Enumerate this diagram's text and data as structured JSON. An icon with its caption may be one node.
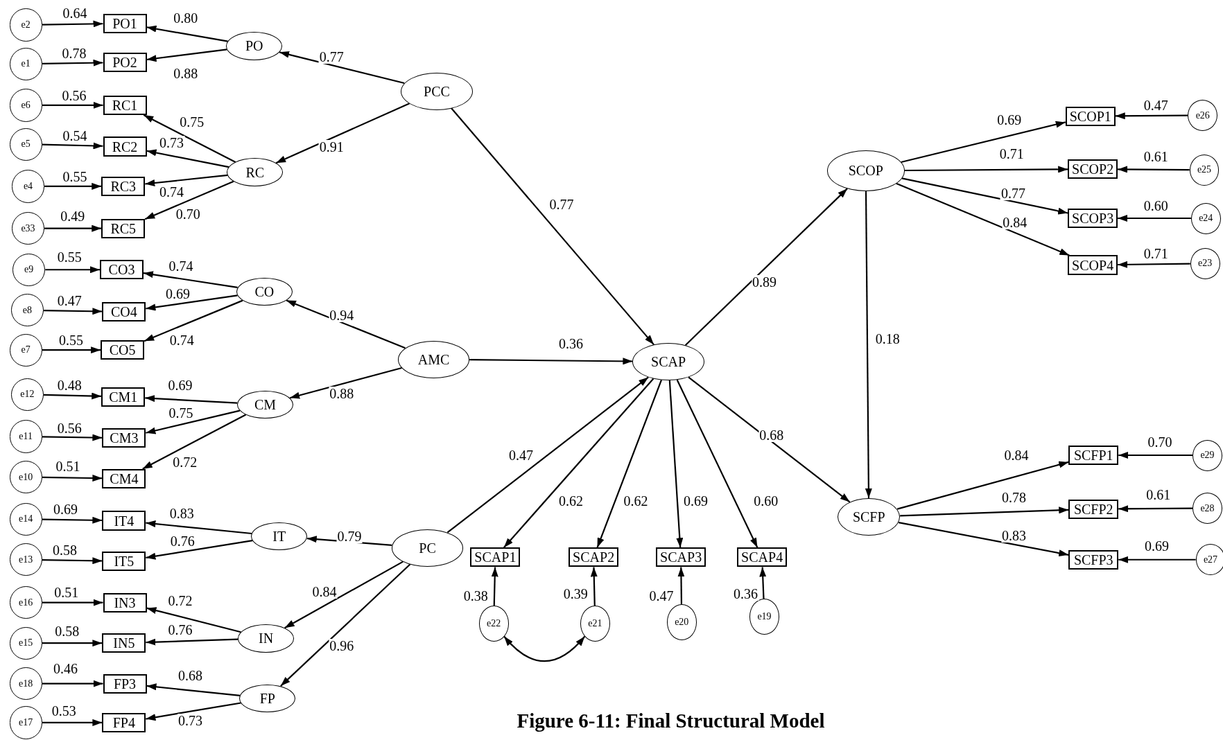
{
  "diagram": {
    "caption": "Figure 6-11: Final Structural Model",
    "nodes": [
      {
        "text": [
          "e2"
        ]
      },
      {
        "text": [
          "PO1"
        ]
      },
      {
        "text": [
          "PO"
        ]
      },
      {
        "text": [
          "e1"
        ]
      },
      {
        "text": [
          "PO2"
        ]
      },
      {
        "text": [
          "PCC"
        ]
      },
      {
        "text": [
          "e6"
        ]
      },
      {
        "text": [
          "RC1"
        ]
      },
      {
        "text": [
          "RC"
        ]
      },
      {
        "text": [
          "e5"
        ]
      },
      {
        "text": [
          "RC2"
        ]
      },
      {
        "text": [
          "e4"
        ]
      },
      {
        "text": [
          "RC3"
        ]
      },
      {
        "text": [
          "e33"
        ]
      },
      {
        "text": [
          "RC5"
        ]
      },
      {
        "text": [
          "e9"
        ]
      },
      {
        "text": [
          "CO3"
        ]
      },
      {
        "text": [
          "CO"
        ]
      },
      {
        "text": [
          "e8"
        ]
      },
      {
        "text": [
          "CO4"
        ]
      },
      {
        "text": [
          "e7"
        ]
      },
      {
        "text": [
          "CO5"
        ]
      },
      {
        "text": [
          "AMC"
        ]
      },
      {
        "text": [
          "SCAP"
        ]
      },
      {
        "text": [
          "e12"
        ]
      },
      {
        "text": [
          "CM1"
        ]
      },
      {
        "text": [
          "CM"
        ]
      },
      {
        "text": [
          "e11"
        ]
      },
      {
        "text": [
          "CM3"
        ]
      },
      {
        "text": [
          "e10"
        ]
      },
      {
        "text": [
          "CM4"
        ]
      },
      {
        "text": [
          "e14"
        ]
      },
      {
        "text": [
          "IT4"
        ]
      },
      {
        "text": [
          "IT"
        ]
      },
      {
        "text": [
          "PC"
        ]
      },
      {
        "text": [
          "e13"
        ]
      },
      {
        "text": [
          "IT5"
        ]
      },
      {
        "text": [
          "e16"
        ]
      },
      {
        "text": [
          "IN3"
        ]
      },
      {
        "text": [
          "e15"
        ]
      },
      {
        "text": [
          "IN5"
        ]
      },
      {
        "text": [
          "IN"
        ]
      },
      {
        "text": [
          "e18"
        ]
      },
      {
        "text": [
          "FP3"
        ]
      },
      {
        "text": [
          "FP"
        ]
      },
      {
        "text": [
          "e17"
        ]
      },
      {
        "text": [
          "FP4"
        ]
      },
      {
        "text": [
          "SCAP1"
        ]
      },
      {
        "text": [
          "SCAP2"
        ]
      },
      {
        "text": [
          "SCAP3"
        ]
      },
      {
        "text": [
          "SCAP4"
        ]
      },
      {
        "text": [
          "e22"
        ]
      },
      {
        "text": [
          "e21"
        ]
      },
      {
        "text": [
          "e20"
        ]
      },
      {
        "text": [
          "e19"
        ]
      },
      {
        "text": [
          "SCOP"
        ]
      },
      {
        "text": [
          "SCOP1"
        ]
      },
      {
        "text": [
          "e26"
        ]
      },
      {
        "text": [
          "SCOP2"
        ]
      },
      {
        "text": [
          "e25"
        ]
      },
      {
        "text": [
          "SCOP3"
        ]
      },
      {
        "text": [
          "e24"
        ]
      },
      {
        "text": [
          "SCOP4"
        ]
      },
      {
        "text": [
          "e23"
        ]
      },
      {
        "text": [
          "SCFP"
        ]
      },
      {
        "text": [
          "SCFP1"
        ]
      },
      {
        "text": [
          "e29"
        ]
      },
      {
        "text": [
          "SCFP2"
        ]
      },
      {
        "text": [
          "e28"
        ]
      },
      {
        "text": [
          "SCFP3"
        ]
      },
      {
        "text": [
          "e27"
        ]
      }
    ],
    "edges": [
      {
        "from": 0,
        "to": 1,
        "arrow": "to",
        "label": "0.64"
      },
      {
        "from": 3,
        "to": 4,
        "arrow": "to",
        "label": "0.78"
      },
      {
        "from": 2,
        "to": 1,
        "arrow": "to",
        "label": "0.80"
      },
      {
        "from": 2,
        "to": 4,
        "arrow": "to",
        "label": "0.88"
      },
      {
        "from": 5,
        "to": 2,
        "arrow": "to",
        "label": "0.77"
      },
      {
        "from": 5,
        "to": 8,
        "arrow": "to",
        "label": "0.91"
      },
      {
        "from": 8,
        "to": 7,
        "arrow": "to",
        "label": "0.75"
      },
      {
        "from": 8,
        "to": 10,
        "arrow": "to",
        "label": "0.73"
      },
      {
        "from": 8,
        "to": 12,
        "arrow": "to",
        "label": "0.74"
      },
      {
        "from": 8,
        "to": 14,
        "arrow": "to",
        "label": "0.70"
      },
      {
        "from": 6,
        "to": 7,
        "arrow": "to",
        "label": "0.56"
      },
      {
        "from": 9,
        "to": 10,
        "arrow": "to",
        "label": "0.54"
      },
      {
        "from": 11,
        "to": 12,
        "arrow": "to",
        "label": "0.55"
      },
      {
        "from": 13,
        "to": 14,
        "arrow": "to",
        "label": "0.49"
      },
      {
        "from": 15,
        "to": 16,
        "arrow": "to",
        "label": "0.55"
      },
      {
        "from": 18,
        "to": 19,
        "arrow": "to",
        "label": "0.47"
      },
      {
        "from": 20,
        "to": 21,
        "arrow": "to",
        "label": "0.55"
      },
      {
        "from": 17,
        "to": 16,
        "arrow": "to",
        "label": "0.74"
      },
      {
        "from": 17,
        "to": 19,
        "arrow": "to",
        "label": "0.69"
      },
      {
        "from": 17,
        "to": 21,
        "arrow": "to",
        "label": "0.74"
      },
      {
        "from": 22,
        "to": 17,
        "arrow": "to",
        "label": "0.94"
      },
      {
        "from": 22,
        "to": 26,
        "arrow": "to",
        "label": "0.88"
      },
      {
        "from": 22,
        "to": 23,
        "arrow": "to",
        "label": "0.36"
      },
      {
        "from": 5,
        "to": 23,
        "arrow": "to",
        "label": "0.77"
      },
      {
        "from": 24,
        "to": 25,
        "arrow": "to",
        "label": "0.48"
      },
      {
        "from": 27,
        "to": 28,
        "arrow": "to",
        "label": "0.56"
      },
      {
        "from": 29,
        "to": 30,
        "arrow": "to",
        "label": "0.51"
      },
      {
        "from": 26,
        "to": 25,
        "arrow": "to",
        "label": "0.69"
      },
      {
        "from": 26,
        "to": 28,
        "arrow": "to",
        "label": "0.75"
      },
      {
        "from": 26,
        "to": 30,
        "arrow": "to",
        "label": "0.72"
      },
      {
        "from": 31,
        "to": 32,
        "arrow": "to",
        "label": "0.69"
      },
      {
        "from": 35,
        "to": 36,
        "arrow": "to",
        "label": "0.58"
      },
      {
        "from": 33,
        "to": 32,
        "arrow": "to",
        "label": "0.83"
      },
      {
        "from": 33,
        "to": 36,
        "arrow": "to",
        "label": "0.76"
      },
      {
        "from": 34,
        "to": 33,
        "arrow": "to",
        "label": "0.79"
      },
      {
        "from": 34,
        "to": 41,
        "arrow": "to",
        "label": "0.84"
      },
      {
        "from": 34,
        "to": 44,
        "arrow": "to",
        "label": "0.96"
      },
      {
        "from": 34,
        "to": 23,
        "arrow": "to",
        "label": "0.47"
      },
      {
        "from": 37,
        "to": 38,
        "arrow": "to",
        "label": "0.51"
      },
      {
        "from": 39,
        "to": 40,
        "arrow": "to",
        "label": "0.58"
      },
      {
        "from": 41,
        "to": 38,
        "arrow": "to",
        "label": "0.72"
      },
      {
        "from": 41,
        "to": 40,
        "arrow": "to",
        "label": "0.76"
      },
      {
        "from": 42,
        "to": 43,
        "arrow": "to",
        "label": "0.46"
      },
      {
        "from": 45,
        "to": 46,
        "arrow": "to",
        "label": "0.53"
      },
      {
        "from": 44,
        "to": 43,
        "arrow": "to",
        "label": "0.68"
      },
      {
        "from": 44,
        "to": 46,
        "arrow": "to",
        "label": "0.73"
      },
      {
        "from": 23,
        "to": 47,
        "arrow": "to",
        "label": "0.62"
      },
      {
        "from": 23,
        "to": 48,
        "arrow": "to",
        "label": "0.62"
      },
      {
        "from": 23,
        "to": 49,
        "arrow": "to",
        "label": "0.69"
      },
      {
        "from": 23,
        "to": 50,
        "arrow": "to",
        "label": "0.60"
      },
      {
        "from": 51,
        "to": 47,
        "arrow": "to",
        "label": "0.38"
      },
      {
        "from": 52,
        "to": 48,
        "arrow": "to",
        "label": "0.39"
      },
      {
        "from": 53,
        "to": 49,
        "arrow": "to",
        "label": "0.47"
      },
      {
        "from": 54,
        "to": 50,
        "arrow": "to",
        "label": "0.36"
      },
      {
        "from": 51,
        "to": 52,
        "arrow": "both"
      },
      {
        "from": 23,
        "to": 55,
        "arrow": "to",
        "label": "0.89"
      },
      {
        "from": 23,
        "to": 64,
        "arrow": "to",
        "label": "0.68"
      },
      {
        "from": 55,
        "to": 64,
        "arrow": "to",
        "label": "0.18"
      },
      {
        "from": 55,
        "to": 56,
        "arrow": "to",
        "label": "0.69"
      },
      {
        "from": 55,
        "to": 58,
        "arrow": "to",
        "label": "0.71"
      },
      {
        "from": 55,
        "to": 60,
        "arrow": "to",
        "label": "0.77"
      },
      {
        "from": 55,
        "to": 62,
        "arrow": "to",
        "label": "0.84"
      },
      {
        "from": 57,
        "to": 56,
        "arrow": "to",
        "label": "0.47"
      },
      {
        "from": 59,
        "to": 58,
        "arrow": "to",
        "label": "0.61"
      },
      {
        "from": 61,
        "to": 60,
        "arrow": "to",
        "label": "0.60"
      },
      {
        "from": 63,
        "to": 62,
        "arrow": "to",
        "label": "0.71"
      },
      {
        "from": 64,
        "to": 65,
        "arrow": "to",
        "label": "0.84"
      },
      {
        "from": 64,
        "to": 67,
        "arrow": "to",
        "label": "0.78"
      },
      {
        "from": 64,
        "to": 69,
        "arrow": "to",
        "label": "0.83"
      },
      {
        "from": 66,
        "to": 65,
        "arrow": "to",
        "label": "0.70"
      },
      {
        "from": 68,
        "to": 67,
        "arrow": "to",
        "label": "0.61"
      },
      {
        "from": 70,
        "to": 69,
        "arrow": "to",
        "label": "0.69"
      }
    ]
  }
}
